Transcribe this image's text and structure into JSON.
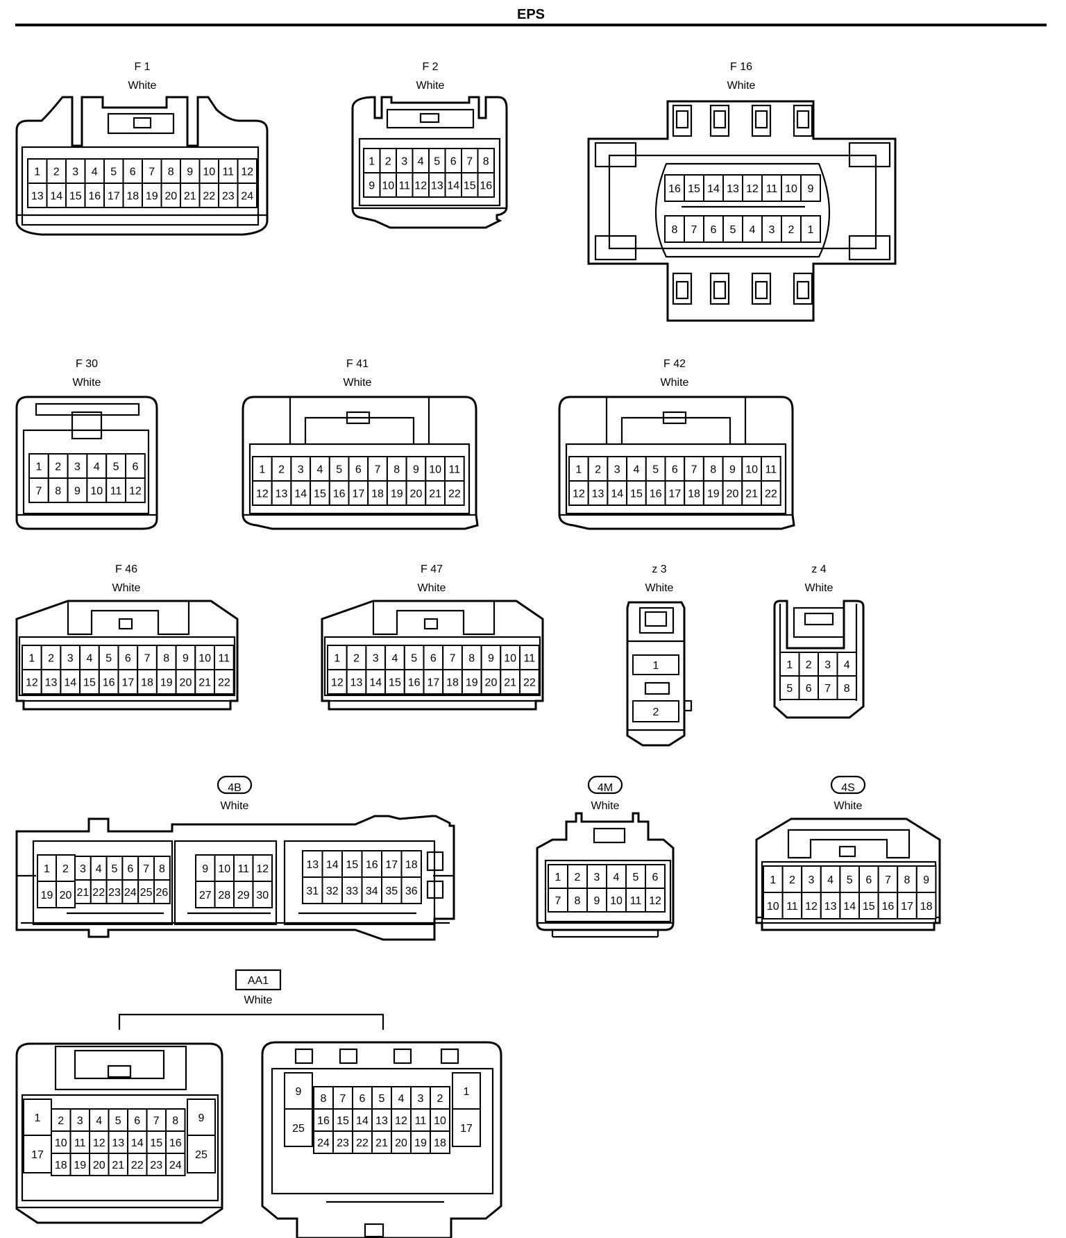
{
  "page": {
    "title": "EPS"
  },
  "connectors": [
    {
      "id": "f1",
      "code": "F 1",
      "color": "White",
      "badge": "none",
      "rows": [
        [
          "1",
          "2",
          "3",
          "4",
          "5",
          "6",
          "7",
          "8",
          "9",
          "10",
          "11",
          "12"
        ],
        [
          "13",
          "14",
          "15",
          "16",
          "17",
          "18",
          "19",
          "20",
          "21",
          "22",
          "23",
          "24"
        ]
      ]
    },
    {
      "id": "f2",
      "code": "F 2",
      "color": "White",
      "badge": "none",
      "rows": [
        [
          "1",
          "2",
          "3",
          "4",
          "5",
          "6",
          "7",
          "8"
        ],
        [
          "9",
          "10",
          "11",
          "12",
          "13",
          "14",
          "15",
          "16"
        ]
      ]
    },
    {
      "id": "f16",
      "code": "F 16",
      "color": "White",
      "badge": "none",
      "rows": [
        [
          "16",
          "15",
          "14",
          "13",
          "12",
          "11",
          "10",
          "9"
        ],
        [
          "8",
          "7",
          "6",
          "5",
          "4",
          "3",
          "2",
          "1"
        ]
      ]
    },
    {
      "id": "f30",
      "code": "F 30",
      "color": "White",
      "badge": "none",
      "rows": [
        [
          "1",
          "2",
          "3",
          "4",
          "5",
          "6"
        ],
        [
          "7",
          "8",
          "9",
          "10",
          "11",
          "12"
        ]
      ]
    },
    {
      "id": "f41",
      "code": "F 41",
      "color": "White",
      "badge": "none",
      "rows": [
        [
          "1",
          "2",
          "3",
          "4",
          "5",
          "6",
          "7",
          "8",
          "9",
          "10",
          "11"
        ],
        [
          "12",
          "13",
          "14",
          "15",
          "16",
          "17",
          "18",
          "19",
          "20",
          "21",
          "22"
        ]
      ]
    },
    {
      "id": "f42",
      "code": "F 42",
      "color": "White",
      "badge": "none",
      "rows": [
        [
          "1",
          "2",
          "3",
          "4",
          "5",
          "6",
          "7",
          "8",
          "9",
          "10",
          "11"
        ],
        [
          "12",
          "13",
          "14",
          "15",
          "16",
          "17",
          "18",
          "19",
          "20",
          "21",
          "22"
        ]
      ]
    },
    {
      "id": "f46",
      "code": "F 46",
      "color": "White",
      "badge": "none",
      "rows": [
        [
          "1",
          "2",
          "3",
          "4",
          "5",
          "6",
          "7",
          "8",
          "9",
          "10",
          "11"
        ],
        [
          "12",
          "13",
          "14",
          "15",
          "16",
          "17",
          "18",
          "19",
          "20",
          "21",
          "22"
        ]
      ]
    },
    {
      "id": "f47",
      "code": "F 47",
      "color": "White",
      "badge": "none",
      "rows": [
        [
          "1",
          "2",
          "3",
          "4",
          "5",
          "6",
          "7",
          "8",
          "9",
          "10",
          "11"
        ],
        [
          "12",
          "13",
          "14",
          "15",
          "16",
          "17",
          "18",
          "19",
          "20",
          "21",
          "22"
        ]
      ]
    },
    {
      "id": "z3",
      "code": "z 3",
      "color": "White",
      "badge": "none",
      "rows": [
        [
          "1"
        ],
        [
          "2"
        ]
      ]
    },
    {
      "id": "z4",
      "code": "z 4",
      "color": "White",
      "badge": "none",
      "rows": [
        [
          "1",
          "2",
          "3",
          "4"
        ],
        [
          "5",
          "6",
          "7",
          "8"
        ]
      ]
    },
    {
      "id": "c4b",
      "code": "4B",
      "color": "White",
      "badge": "oval",
      "rows": [
        [
          "1",
          "2",
          "3",
          "4",
          "5",
          "6",
          "7",
          "8",
          "9",
          "10",
          "11",
          "12",
          "13",
          "14",
          "15",
          "16",
          "17",
          "18"
        ],
        [
          "19",
          "20",
          "21",
          "22",
          "23",
          "24",
          "25",
          "26",
          "27",
          "28",
          "29",
          "30",
          "31",
          "32",
          "33",
          "34",
          "35",
          "36"
        ]
      ]
    },
    {
      "id": "c4m",
      "code": "4M",
      "color": "White",
      "badge": "oval",
      "rows": [
        [
          "1",
          "2",
          "3",
          "4",
          "5",
          "6"
        ],
        [
          "7",
          "8",
          "9",
          "10",
          "11",
          "12"
        ]
      ]
    },
    {
      "id": "c4s",
      "code": "4S",
      "color": "White",
      "badge": "oval",
      "rows": [
        [
          "1",
          "2",
          "3",
          "4",
          "5",
          "6",
          "7",
          "8",
          "9"
        ],
        [
          "10",
          "11",
          "12",
          "13",
          "14",
          "15",
          "16",
          "17",
          "18"
        ]
      ]
    },
    {
      "id": "aa1",
      "code": "AA1",
      "color": "White",
      "badge": "rect",
      "left": {
        "edge_left": [
          "1",
          "17"
        ],
        "rows": [
          [
            "2",
            "3",
            "4",
            "5",
            "6",
            "7",
            "8"
          ],
          [
            "10",
            "11",
            "12",
            "13",
            "14",
            "15",
            "16"
          ],
          [
            "18",
            "19",
            "20",
            "21",
            "22",
            "23",
            "24"
          ]
        ],
        "edge_right": [
          "9",
          "25"
        ]
      },
      "right": {
        "edge_left": [
          "9",
          "25"
        ],
        "rows": [
          [
            "8",
            "7",
            "6",
            "5",
            "4",
            "3",
            "2"
          ],
          [
            "16",
            "15",
            "14",
            "13",
            "12",
            "11",
            "10"
          ],
          [
            "24",
            "23",
            "22",
            "21",
            "20",
            "19",
            "18"
          ]
        ],
        "edge_right": [
          "1",
          "17"
        ]
      }
    }
  ]
}
